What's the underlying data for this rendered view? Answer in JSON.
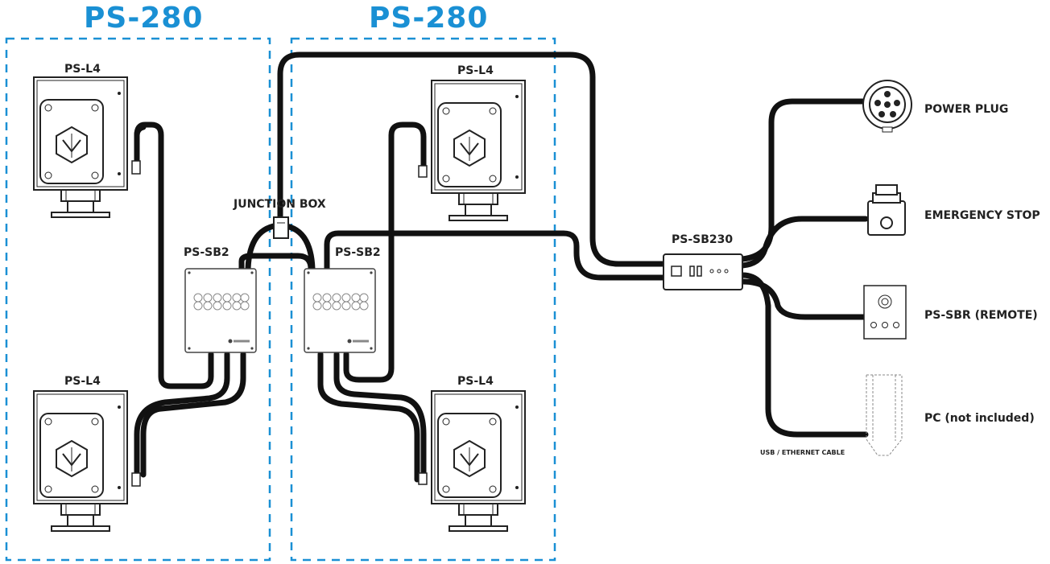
{
  "colors": {
    "accent": "#1a90d4",
    "line": "#111111",
    "device_stroke": "#222222"
  },
  "groups": [
    {
      "title": "PS-280"
    },
    {
      "title": "PS-280"
    }
  ],
  "devices": {
    "lamp_top_left": "PS-L4",
    "lamp_bottom_left": "PS-L4",
    "lamp_top_right": "PS-L4",
    "lamp_bottom_right": "PS-L4",
    "switchbox_left": "PS-SB2",
    "switchbox_right": "PS-SB2",
    "junction_box": "JUNCTION BOX",
    "controller": "PS-SB230"
  },
  "peripherals": {
    "power_plug": "POWER PLUG",
    "emergency_stop": "EMERGENCY STOP",
    "remote": "PS-SBR (REMOTE)",
    "pc": "PC (not included)",
    "cable": "USB / ETHERNET CABLE"
  },
  "icons": [
    "lamp-icon",
    "switchbox-icon",
    "junction-box-icon",
    "controller-icon",
    "power-plug-icon",
    "emergency-stop-icon",
    "remote-icon",
    "pc-icon"
  ]
}
